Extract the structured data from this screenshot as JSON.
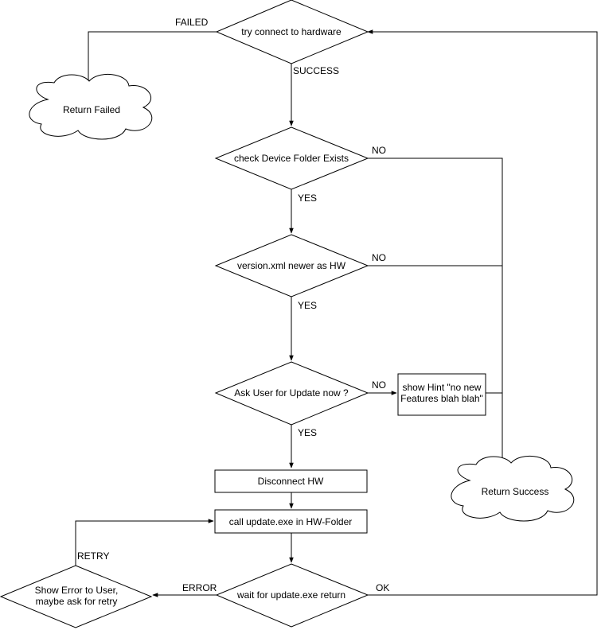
{
  "nodes": {
    "try_connect": {
      "label": "try connect to hardware"
    },
    "return_failed": {
      "label": "Return Failed"
    },
    "check_folder": {
      "label": "check Device Folder Exists"
    },
    "version_check": {
      "label": "version.xml newer as HW"
    },
    "ask_user": {
      "label": "Ask User for Update now ?"
    },
    "show_hint": {
      "lines": [
        "show Hint \"no new",
        "Features blah blah\""
      ]
    },
    "return_success": {
      "label": "Return Success"
    },
    "disconnect": {
      "label": "Disconnect HW"
    },
    "call_update": {
      "label": "call update.exe in HW-Folder"
    },
    "wait_update": {
      "label": "wait for update.exe return"
    },
    "show_error": {
      "lines": [
        "Show Error to User,",
        "maybe ask for retry"
      ]
    }
  },
  "edges": {
    "failed": "FAILED",
    "success": "SUCCESS",
    "folder_no": "NO",
    "folder_yes": "YES",
    "version_no": "NO",
    "version_yes": "YES",
    "ask_no": "NO",
    "ask_yes": "YES",
    "error": "ERROR",
    "retry": "RETRY",
    "ok": "OK"
  }
}
